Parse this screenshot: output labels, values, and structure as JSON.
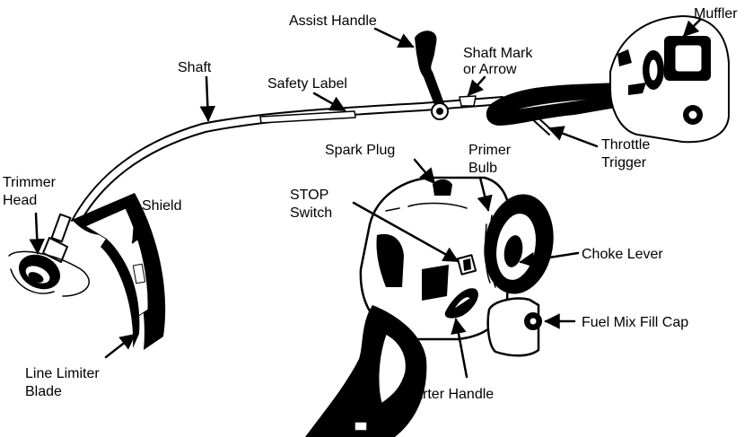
{
  "labels": {
    "assist_handle": "Assist Handle",
    "muffler": "Muffler",
    "shaft_mark_1": "Shaft Mark",
    "shaft_mark_2": "or Arrow",
    "shaft": "Shaft",
    "safety_label": "Safety Label",
    "throttle_1": "Throttle",
    "throttle_2": "Trigger",
    "trimmer_head_1": "Trimmer",
    "trimmer_head_2": "Head",
    "shield": "Shield",
    "spark_plug": "Spark Plug",
    "primer_1": "Primer",
    "primer_2": "Bulb",
    "stop_1": "STOP",
    "stop_2": "Switch",
    "choke_lever": "Choke Lever",
    "fuel_cap": "Fuel Mix Fill Cap",
    "starter_handle": "Starter Handle",
    "line_limiter_1": "Line Limiter",
    "line_limiter_2": "Blade"
  },
  "colors": {
    "ink": "#000000",
    "paper": "#ffffff"
  }
}
